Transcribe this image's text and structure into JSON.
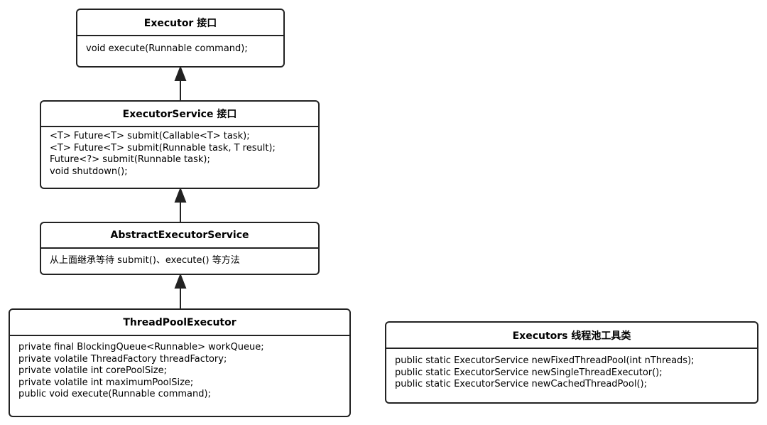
{
  "executor": {
    "title": "Executor 接口",
    "members": [
      "void execute(Runnable command);"
    ]
  },
  "executor_service": {
    "title": "ExecutorService 接口",
    "members": [
      "<T> Future<T> submit(Callable<T> task);",
      "<T> Future<T> submit(Runnable task, T result);",
      "Future<?> submit(Runnable task);",
      "void shutdown();"
    ]
  },
  "abstract_executor_service": {
    "title": "AbstractExecutorService",
    "members": [
      "从上面继承等待 submit()、execute() 等方法"
    ]
  },
  "thread_pool_executor": {
    "title": "ThreadPoolExecutor",
    "members": [
      "private final BlockingQueue<Runnable> workQueue;",
      "private volatile ThreadFactory threadFactory;",
      "private volatile int corePoolSize;",
      "private volatile int maximumPoolSize;",
      "public void execute(Runnable command);"
    ]
  },
  "executors": {
    "title": "Executors 线程池工具类",
    "members": [
      "public static ExecutorService newFixedThreadPool(int nThreads);",
      "public static ExecutorService newSingleThreadExecutor();",
      "public static ExecutorService newCachedThreadPool();"
    ]
  },
  "colors": {
    "border": "#222222",
    "background": "#ffffff",
    "text": "#000000"
  }
}
